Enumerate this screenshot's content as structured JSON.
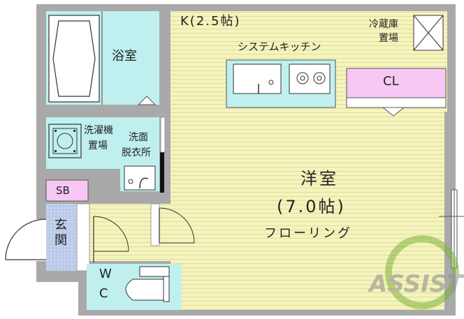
{
  "rooms": {
    "western": {
      "name": "洋室",
      "size": "(7.0帖)",
      "floor": "フローリング"
    },
    "kitchen": {
      "name": "K(2.5帖)",
      "unit": "システムキッチン"
    },
    "fridge": {
      "label_line1": "冷蔵庫",
      "label_line2": "置場"
    },
    "closet": {
      "label": "CL"
    },
    "bath": {
      "label": "浴室"
    },
    "washer": {
      "label_line1": "洗濯機",
      "label_line2": "置場"
    },
    "washroom": {
      "label_line1": "洗面",
      "label_line2": "脱衣所"
    },
    "shoe_box": {
      "label": "SB"
    },
    "entrance": {
      "label": "玄関"
    },
    "toilet": {
      "label_line1": "W",
      "label_line2": "C"
    }
  },
  "watermark": {
    "text": "ASSIST"
  },
  "colors": {
    "wall": "#a9a9a9",
    "floor_yellow": "#f5f4bd",
    "cyan": "#bff0ef",
    "closet_pink": "#f7c8f3",
    "entrance_blue": "#c4d2ee",
    "watermark_green": "#7fb23a"
  }
}
